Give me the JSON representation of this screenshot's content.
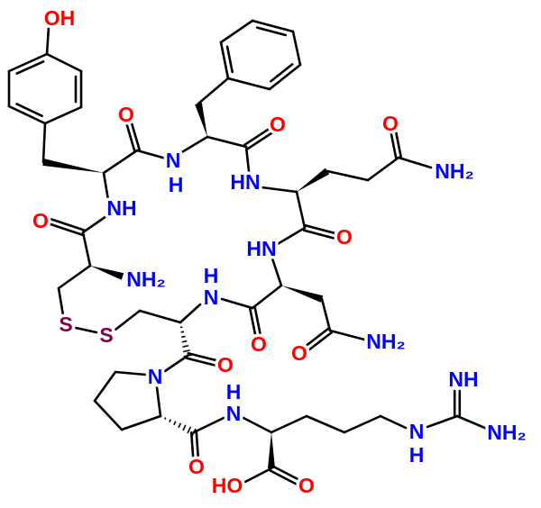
{
  "molecule": {
    "colors": {
      "nitrogen": "#0000ff",
      "oxygen": "#ff0000",
      "sulfur": "#7a0046",
      "bond": "#000000"
    },
    "atoms": {
      "tyr_oh": "OH",
      "tyr_co_o": "O",
      "tyr_phe_n": "N",
      "tyr_phe_h": "H",
      "cys1_tyr_nh": "NH",
      "cys1_co_o": "O",
      "phe_co_o": "O",
      "phe_gln_hn": "HN",
      "gln_side_o": "O",
      "gln_side_nh2": "NH₂",
      "gln_co_o": "O",
      "gln_asn_hn": "HN",
      "cys1_nh2": "NH₂",
      "s1": "S",
      "s2": "S",
      "asn_cys_h": "H",
      "asn_cys_n": "N",
      "asn_co_o": "O",
      "asn_side_o": "O",
      "asn_side_nh2": "NH₂",
      "cys6_co_o": "O",
      "pro_n": "N",
      "pro_co_o": "O",
      "arg_h": "H",
      "arg_n": "N",
      "arg_cooh_ho": "HO",
      "arg_cooh_o": "O",
      "guan_imine_nh": "NH",
      "guan_n": "N",
      "guan_h": "H",
      "guan_nh2": "NH₂"
    }
  }
}
